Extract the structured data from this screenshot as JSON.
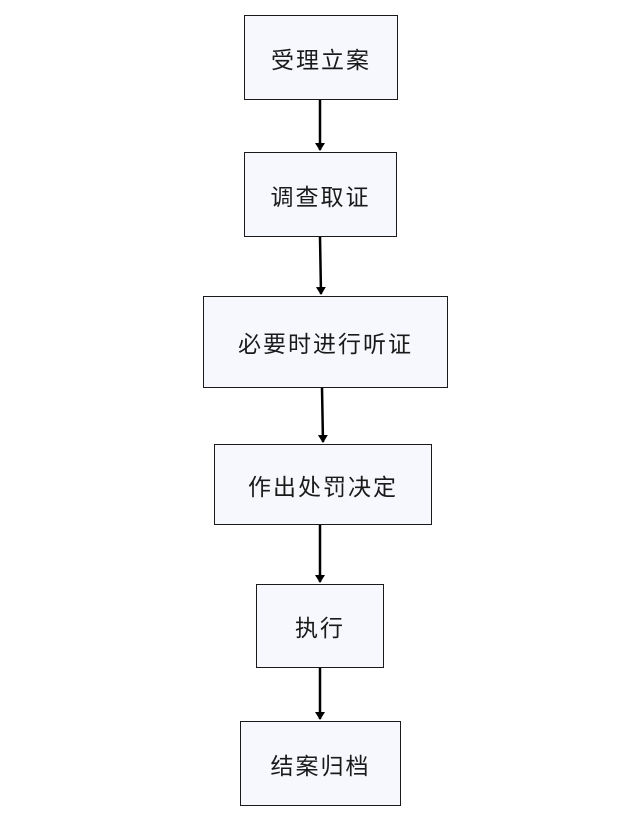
{
  "flowchart": {
    "steps": [
      {
        "label": "受理立案"
      },
      {
        "label": "调查取证"
      },
      {
        "label": "必要时进行听证"
      },
      {
        "label": "作出处罚决定"
      },
      {
        "label": "执行"
      },
      {
        "label": "结案归档"
      }
    ],
    "colors": {
      "box_fill": "#f7f8fd",
      "box_border": "#1a1a1a",
      "arrow": "#000000",
      "background": "#ffffff"
    }
  }
}
